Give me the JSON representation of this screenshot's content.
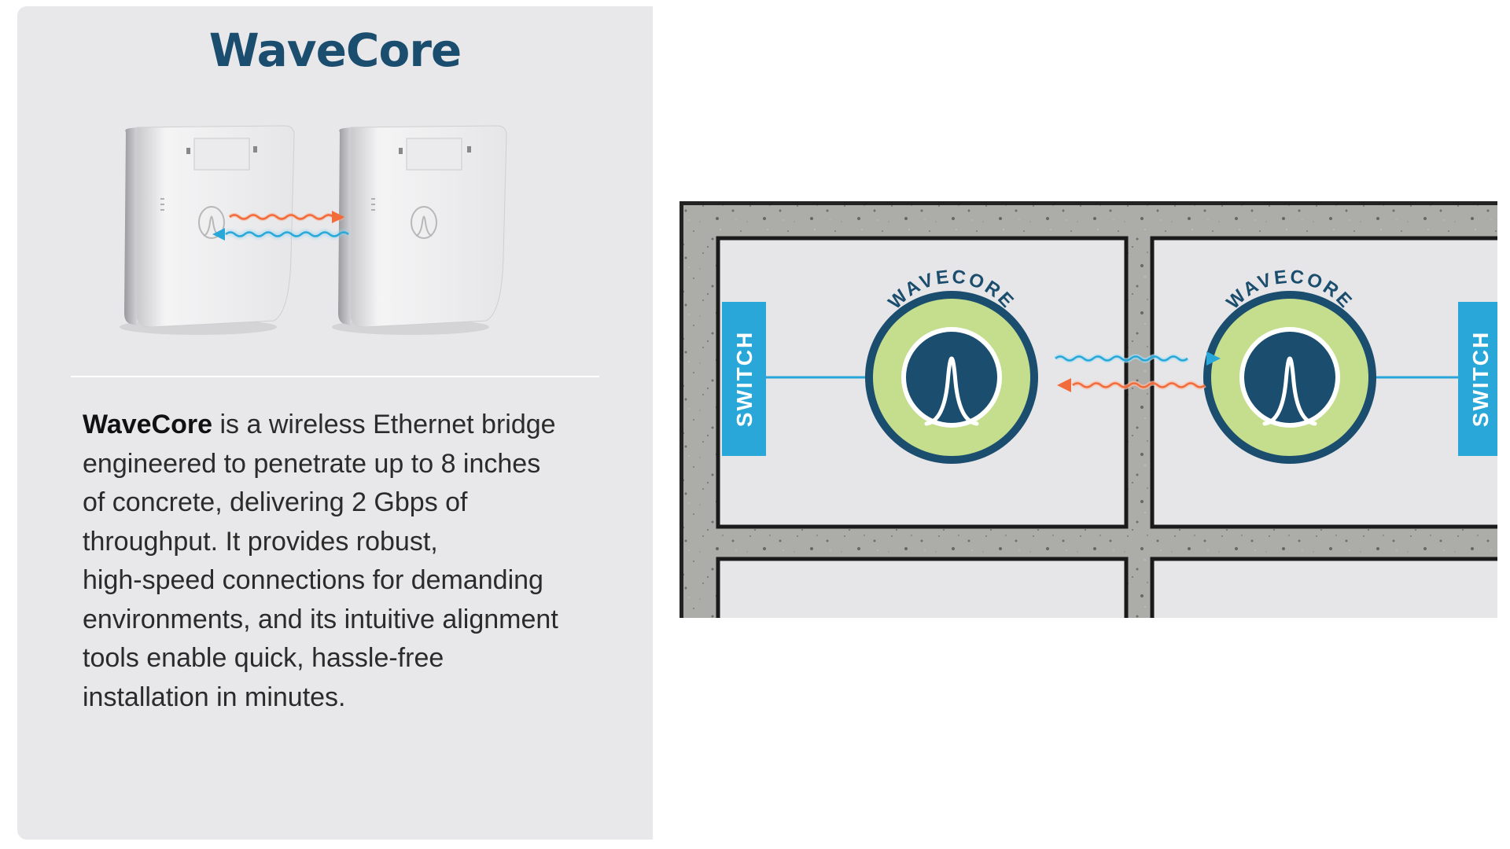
{
  "header": {
    "title": "WaveCore"
  },
  "description": {
    "brand": "WaveCore",
    "lines": [
      " is a wireless Ethernet bridge",
      "engineered to penetrate up to 8 inches",
      "of concrete, delivering 2 Gbps of",
      "throughput. It provides robust,",
      "high-speed connections for demanding",
      "environments, and its intuitive alignment",
      "tools enable quick, hassle-free",
      "installation in minutes."
    ]
  },
  "diagram": {
    "left_switch_label": "SWITCH",
    "right_switch_label": "SWITCH",
    "left_badge_text": "WAVECORE",
    "right_badge_text": "WAVECORE"
  },
  "colors": {
    "brand_navy": "#1b4d6e",
    "switch_blue": "#2aa7d9",
    "signal_orange": "#f26b3a",
    "signal_blue": "#2aa7d9",
    "badge_green": "#c5de8e",
    "panel_gray": "#e8e8ea",
    "concrete": "#a9a9a6"
  }
}
